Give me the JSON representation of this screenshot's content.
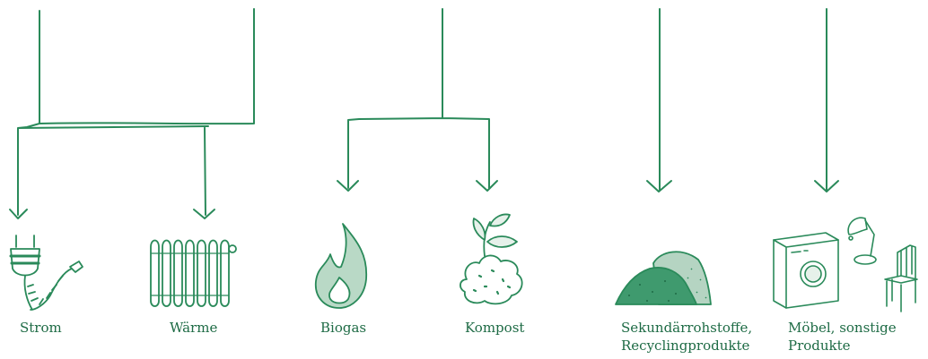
{
  "colors": {
    "ink": "#2a8a5a",
    "label": "#1e6b45",
    "flame": "#b9d9c6",
    "heap_dark": "#3f9a6e",
    "heap_light": "#b5d4c2"
  },
  "outputs": [
    {
      "label": "Strom",
      "icon": "power-plug-icon"
    },
    {
      "label": "Wärme",
      "icon": "radiator-icon"
    },
    {
      "label": "Biogas",
      "icon": "flame-icon"
    },
    {
      "label": "Kompost",
      "icon": "compost-sprout-icon"
    },
    {
      "label": "Sekundärrohstoffe,",
      "label2": "Recyclingprodukte",
      "icon": "material-heaps-icon"
    },
    {
      "label": "Möbel, sonstige",
      "label2": "Produkte",
      "icon": "furniture-appliances-icon"
    }
  ]
}
